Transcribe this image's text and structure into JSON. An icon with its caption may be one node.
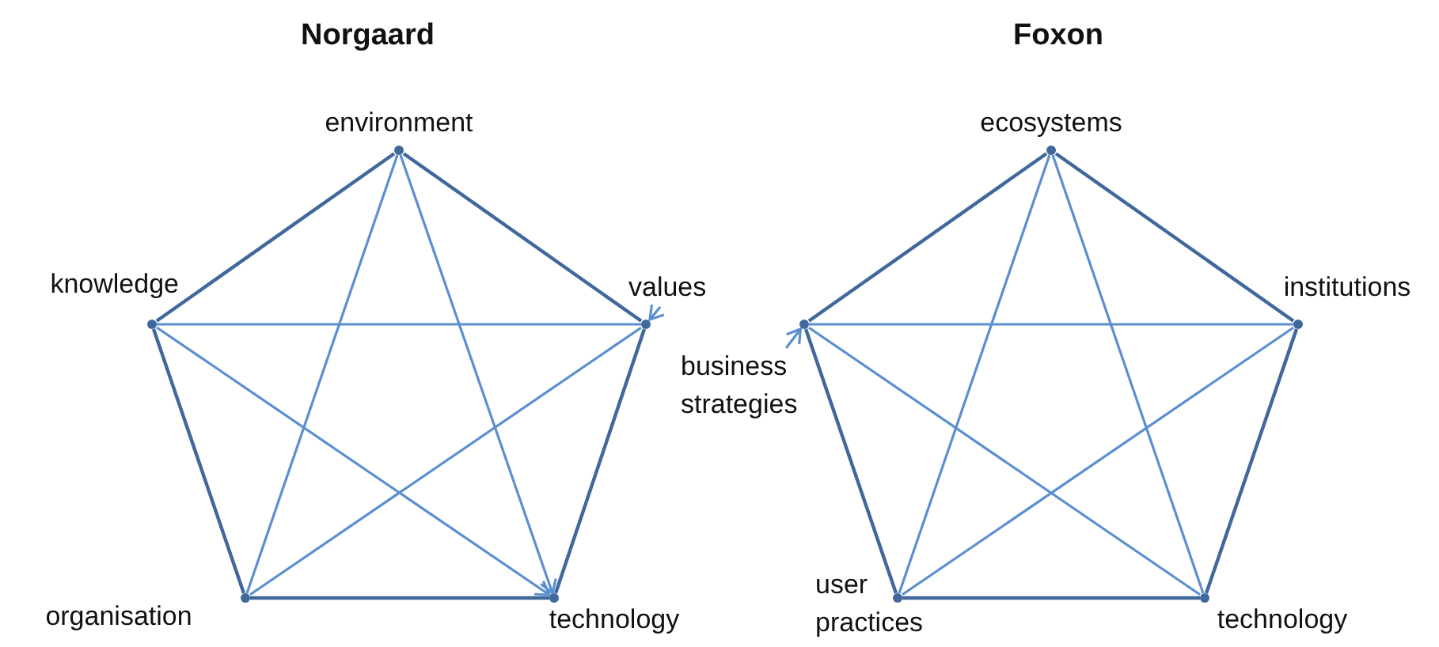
{
  "diagram": {
    "nodes": [
      {
        "text": [],
        "shape": "point",
        "beside": [
          "environment"
        ]
      },
      {
        "text": [],
        "shape": "point",
        "beside": [
          "knowledge"
        ]
      },
      {
        "text": [],
        "shape": "point"
      },
      {
        "text": [
          "values"
        ]
      },
      {
        "text": [],
        "shape": "point",
        "beside": [
          "organisation"
        ]
      },
      {
        "text": [],
        "shape": "point",
        "beside": [
          "technology"
        ]
      },
      {
        "text": [],
        "shape": "point",
        "beside": [
          "ecosystems"
        ]
      },
      {
        "text": [],
        "shape": "point"
      },
      {
        "text": [
          "business strategies"
        ]
      },
      {
        "text": [],
        "shape": "point",
        "beside": [
          "institutions"
        ]
      },
      {
        "text": [],
        "shape": "point",
        "beside": [
          "user practices"
        ]
      },
      {
        "text": [],
        "shape": "point",
        "beside": [
          "technology"
        ]
      }
    ],
    "edges": [
      {
        "from": 0,
        "to": 1,
        "arrow": "none",
        "color": "#41689b"
      },
      {
        "from": 0,
        "to": 2,
        "arrow": "none",
        "color": "#41689b"
      },
      {
        "from": 2,
        "to": 5,
        "arrow": "none",
        "color": "#41689b"
      },
      {
        "from": 5,
        "to": 4,
        "arrow": "none",
        "color": "#41689b"
      },
      {
        "from": 4,
        "to": 1,
        "arrow": "none",
        "color": "#41689b"
      },
      {
        "from": 0,
        "to": 4,
        "arrow": "none"
      },
      {
        "from": 0,
        "to": 5,
        "arrow": "to"
      },
      {
        "from": 1,
        "to": 2,
        "arrow": "none"
      },
      {
        "from": 1,
        "to": 5,
        "arrow": "to"
      },
      {
        "from": 2,
        "to": 4,
        "arrow": "none"
      },
      {
        "from": 3,
        "to": 2,
        "arrow": "to"
      },
      {
        "from": 6,
        "to": 7,
        "arrow": "none",
        "color": "#41689b"
      },
      {
        "from": 6,
        "to": 9,
        "arrow": "none",
        "color": "#41689b"
      },
      {
        "from": 9,
        "to": 11,
        "arrow": "none",
        "color": "#41689b"
      },
      {
        "from": 11,
        "to": 10,
        "arrow": "none",
        "color": "#41689b"
      },
      {
        "from": 10,
        "to": 7,
        "arrow": "none",
        "color": "#41689b"
      },
      {
        "from": 6,
        "to": 10,
        "arrow": "none"
      },
      {
        "from": 6,
        "to": 11,
        "arrow": "none"
      },
      {
        "from": 7,
        "to": 9,
        "arrow": "none"
      },
      {
        "from": 7,
        "to": 11,
        "arrow": "none"
      },
      {
        "from": 9,
        "to": 10,
        "arrow": "none"
      },
      {
        "from": 8,
        "to": 7,
        "arrow": "to"
      }
    ],
    "labels": [
      "Norgaard",
      "Foxon"
    ]
  }
}
